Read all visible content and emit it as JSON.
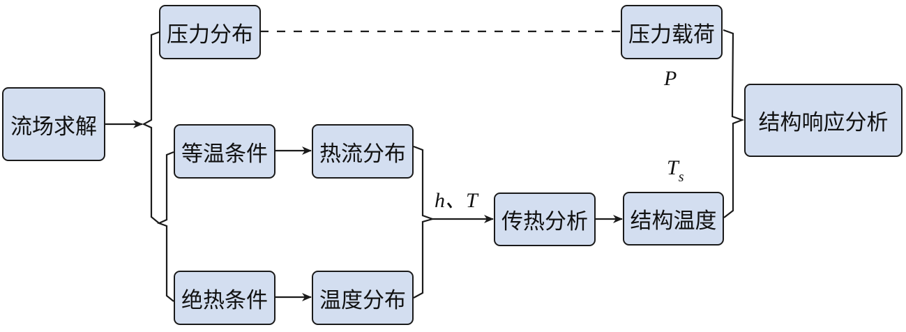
{
  "diagram": {
    "colors": {
      "node_fill": "#D3DEF0",
      "stroke": "#1a1a1a",
      "background": "#FFFFFF"
    },
    "nodes": {
      "flow_solution": "流场求解",
      "pressure_distribution": "压力分布",
      "isothermal_condition": "等温条件",
      "heat_flux_distribution": "热流分布",
      "adiabatic_condition": "绝热条件",
      "temperature_distribution": "温度分布",
      "heat_transfer_analysis": "传热分析",
      "structure_temperature": "结构温度",
      "pressure_load": "压力载荷",
      "structural_response_analysis": "结构响应分析"
    },
    "labels": {
      "h_T": "h、T",
      "P": "P",
      "Ts_main": "T",
      "Ts_sub": "s"
    },
    "edges": [
      {
        "from": "flow_solution",
        "to": "bracket_left_outer",
        "style": "arrow"
      },
      {
        "from": "pressure_distribution",
        "to": "pressure_load",
        "style": "dashed"
      },
      {
        "from": "isothermal_condition",
        "to": "heat_flux_distribution",
        "style": "arrow"
      },
      {
        "from": "adiabatic_condition",
        "to": "temperature_distribution",
        "style": "arrow"
      },
      {
        "from": "bracket_middle",
        "to": "heat_transfer_analysis",
        "style": "arrow",
        "label": "h、T"
      },
      {
        "from": "heat_transfer_analysis",
        "to": "structure_temperature",
        "style": "arrow"
      },
      {
        "from": "bracket_right",
        "to": "structural_response_analysis",
        "style": "brace"
      }
    ]
  }
}
